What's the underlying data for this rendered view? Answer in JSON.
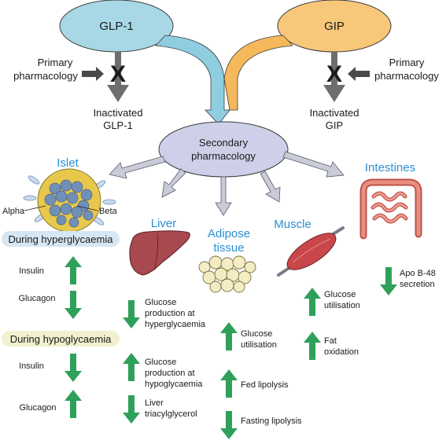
{
  "hormones": {
    "glp1": {
      "label": "GLP-1",
      "color": "#a8d8e6"
    },
    "gip": {
      "label": "GIP",
      "color": "#f7c77a"
    }
  },
  "primary": {
    "left_line1": "Primary",
    "left_line2": "pharmacology",
    "right_line1": "Primary",
    "right_line2": "pharmacology"
  },
  "inactivated": {
    "glp1_line1": "Inactivated",
    "glp1_line2": "GLP-1",
    "gip_line1": "Inactivated",
    "gip_line2": "GIP"
  },
  "secondary": {
    "line1": "Secondary",
    "line2": "pharmacology",
    "color": "#cdd0e8"
  },
  "organs": {
    "islet": "Islet",
    "alpha": "Alpha",
    "beta": "Beta",
    "liver": "Liver",
    "adipose_line1": "Adipose",
    "adipose_line2": "tissue",
    "muscle": "Muscle",
    "intestines": "Intestines"
  },
  "conditions": {
    "hyper": "During hyperglycaemia",
    "hypo": "During hypoglycaemia"
  },
  "islet_effects": {
    "hyper_insulin": "Insulin",
    "hyper_glucagon": "Glucagon",
    "hypo_insulin": "Insulin",
    "hypo_glucagon": "Glucagon"
  },
  "liver_effects": {
    "hyper_l1": "Glucose",
    "hyper_l2": "production at",
    "hyper_l3": "hyperglycaemia",
    "hypo_l1": "Glucose",
    "hypo_l2": "production at",
    "hypo_l3": "hypoglycaemia",
    "tg_l1": "Liver",
    "tg_l2": "triacylglycerol"
  },
  "adipose_effects": {
    "glucose_l1": "Glucose",
    "glucose_l2": "utilisation",
    "fed": "Fed lipolysis",
    "fasting": "Fasting lipolysis"
  },
  "muscle_effects": {
    "glucose_l1": "Glucose",
    "glucose_l2": "utilisation",
    "fat_l1": "Fat",
    "fat_l2": "oxidation"
  },
  "intestine_effects": {
    "l1": "Apo B-48",
    "l2": "secretion"
  },
  "colors": {
    "effect_arrow": "#2fa05a",
    "flow_arrow": "#c9ccd8",
    "inactivation_arrow": "#6e6e6e",
    "label_blue": "#2a8fd0",
    "hyper_badge": "#d6e6f2",
    "hypo_badge": "#f1f0cf",
    "liver": "#a8484f",
    "muscle": "#c9474a",
    "intestine": "#e07860",
    "fat": "#f4edc4"
  }
}
